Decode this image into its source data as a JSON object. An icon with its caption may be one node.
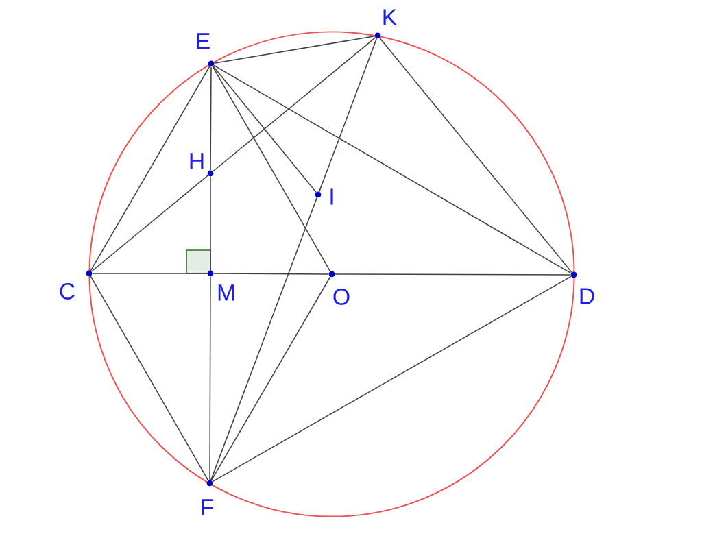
{
  "diagram": {
    "nodes": [
      {
        "text": [
          "K"
        ]
      },
      {
        "text": [
          "E"
        ]
      },
      {
        "text": [
          "H"
        ]
      },
      {
        "text": [
          "I"
        ]
      },
      {
        "text": [
          "C"
        ]
      },
      {
        "text": [
          "M"
        ]
      },
      {
        "text": [
          "O"
        ]
      },
      {
        "text": [
          "D"
        ]
      },
      {
        "text": [
          "F"
        ]
      }
    ],
    "edges": [
      {
        "from": 1,
        "to": 0,
        "arrow": "none"
      },
      {
        "from": 1,
        "to": 4,
        "arrow": "none"
      },
      {
        "from": 1,
        "to": 2,
        "arrow": "none"
      },
      {
        "from": 2,
        "to": 5,
        "arrow": "none"
      },
      {
        "from": 5,
        "to": 8,
        "arrow": "none"
      },
      {
        "from": 1,
        "to": 3,
        "arrow": "none"
      },
      {
        "from": 1,
        "to": 6,
        "arrow": "none"
      },
      {
        "from": 1,
        "to": 7,
        "arrow": "none"
      },
      {
        "from": 0,
        "to": 7,
        "arrow": "none"
      },
      {
        "from": 4,
        "to": 2,
        "arrow": "none"
      },
      {
        "from": 2,
        "to": 0,
        "arrow": "none"
      },
      {
        "from": 0,
        "to": 3,
        "arrow": "none"
      },
      {
        "from": 3,
        "to": 8,
        "arrow": "none"
      },
      {
        "from": 4,
        "to": 5,
        "arrow": "none"
      },
      {
        "from": 5,
        "to": 6,
        "arrow": "none"
      },
      {
        "from": 6,
        "to": 7,
        "arrow": "none"
      },
      {
        "from": 4,
        "to": 8,
        "arrow": "none"
      },
      {
        "from": 8,
        "to": 6,
        "arrow": "none"
      },
      {
        "from": 8,
        "to": 7,
        "arrow": "none"
      }
    ]
  }
}
